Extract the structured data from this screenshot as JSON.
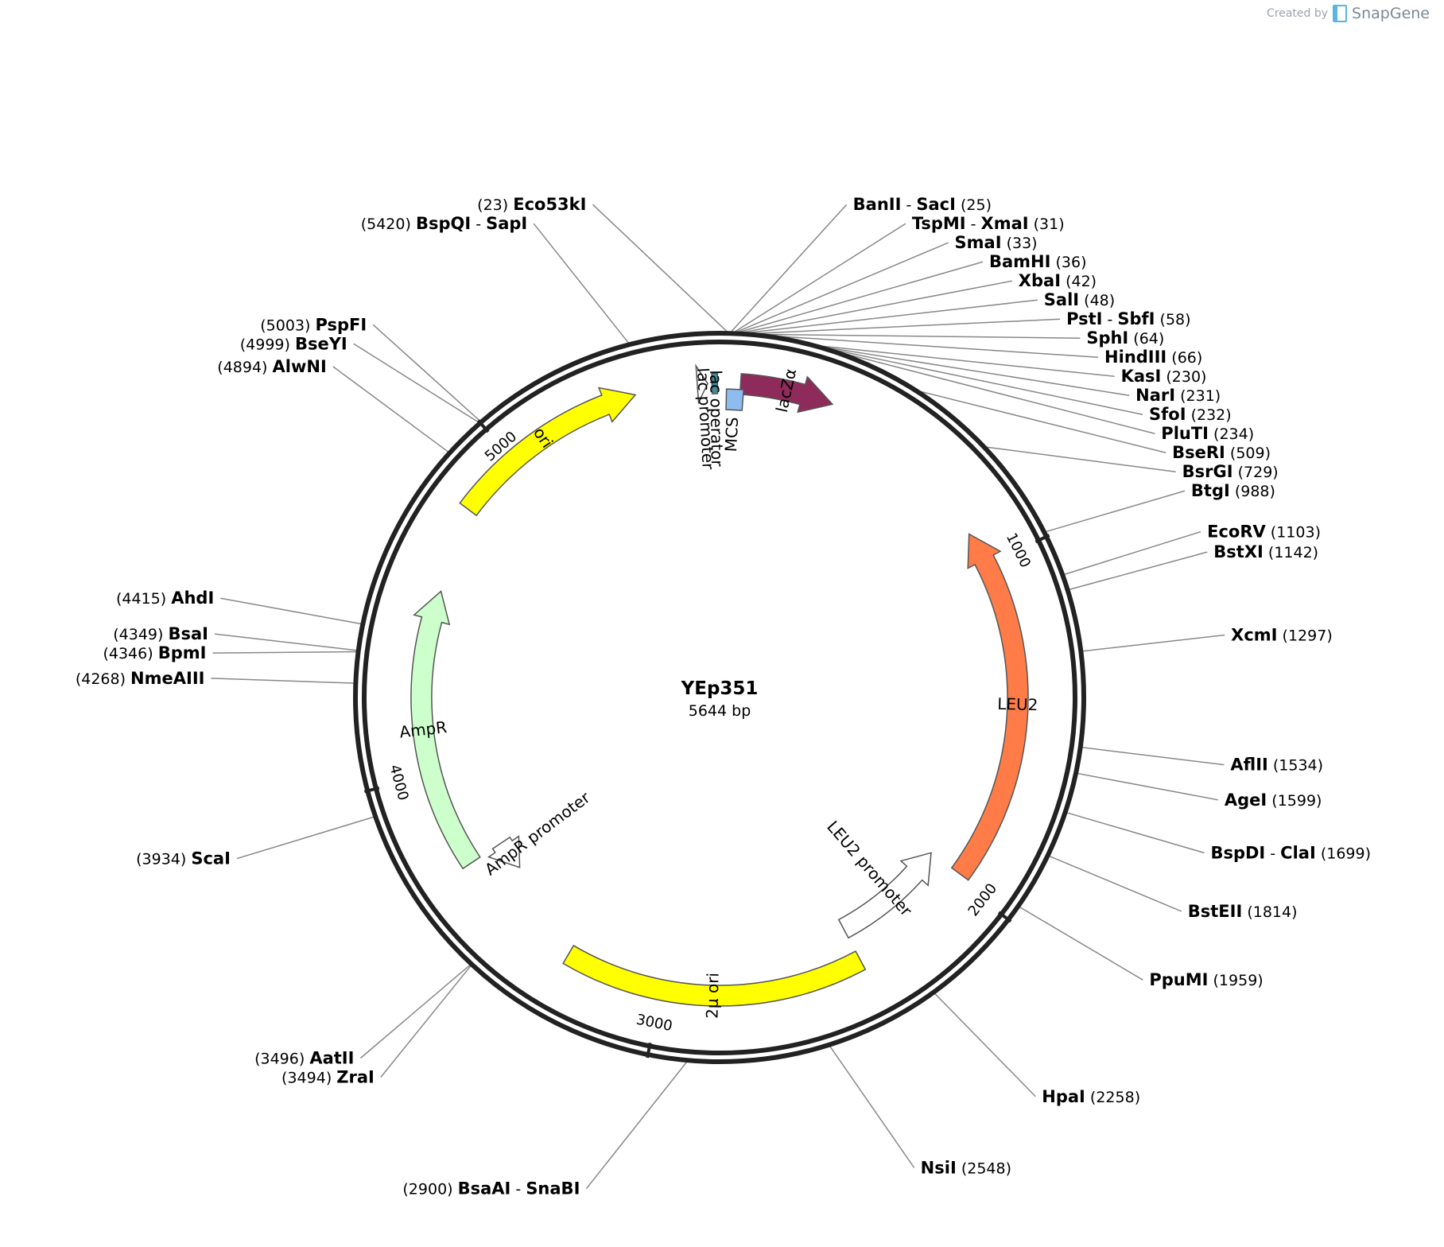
{
  "credit": {
    "prefix": "Created by",
    "brand": "SnapGene",
    "icon": "snapgene-logo-icon"
  },
  "plasmid": {
    "name": "YEp351",
    "size_label": "5644 bp",
    "length": 5644
  },
  "tick_marks": [
    {
      "pos": 1000,
      "label": "1000"
    },
    {
      "pos": 2000,
      "label": "2000"
    },
    {
      "pos": 3000,
      "label": "3000"
    },
    {
      "pos": 4000,
      "label": "4000"
    },
    {
      "pos": 5000,
      "label": "5000"
    }
  ],
  "features": [
    {
      "name": "lacZα",
      "start": 60,
      "end": 330,
      "direction": "cw",
      "track": "inner1",
      "color": "#8e2b5a",
      "label_inside": true
    },
    {
      "name": "LEU2",
      "start": 890,
      "end": 1980,
      "direction": "ccw",
      "track": "inner2",
      "color": "#ff7c48",
      "label_inside": true
    },
    {
      "name": "LEU2 promoter",
      "start": 1980,
      "end": 2380,
      "direction": "ccw",
      "track": "inner3",
      "color": "#ffffff",
      "label_inside": false
    },
    {
      "name": "2μ ori",
      "start": 2380,
      "end": 3300,
      "direction": "none",
      "track": "inner2",
      "color": "#ffff00",
      "label_inside": true
    },
    {
      "name": "AmpR promoter",
      "start": 3600,
      "end": 3705,
      "direction": "ccw",
      "track": "inner3",
      "color": "#ffffff",
      "label_inside": false
    },
    {
      "name": "AmpR",
      "start": 3705,
      "end": 4560,
      "direction": "cw",
      "track": "inner2",
      "color": "#ccffcc",
      "label_inside": true
    },
    {
      "name": "ori",
      "start": 4810,
      "end": 5400,
      "direction": "cw",
      "track": "inner1",
      "color": "#ffff00",
      "label_inside": true
    },
    {
      "name": "lac promoter",
      "start": 5580,
      "end": 5610,
      "direction": "cw",
      "track": "inner1",
      "color": "#ffffff",
      "label_inside": false
    },
    {
      "name": "lac operator",
      "start": 5622,
      "end": 5638,
      "direction": "none",
      "track": "inner1",
      "color": "#3b8ea0",
      "label_inside": false
    },
    {
      "name": "MCS",
      "start": 20,
      "end": 70,
      "direction": "none",
      "track": "inner2",
      "color": "#8fbcf0",
      "label_inside": false
    }
  ],
  "sites": [
    {
      "names": [
        "Eco53kI"
      ],
      "pos": 23,
      "pos_label": "(23)",
      "side": "left"
    },
    {
      "names": [
        "BanII",
        "SacI"
      ],
      "pos": 25,
      "pos_label": "(25)",
      "side": "right"
    },
    {
      "names": [
        "TspMI",
        "XmaI"
      ],
      "pos": 31,
      "pos_label": "(31)",
      "side": "right"
    },
    {
      "names": [
        "SmaI"
      ],
      "pos": 33,
      "pos_label": "(33)",
      "side": "right"
    },
    {
      "names": [
        "BamHI"
      ],
      "pos": 36,
      "pos_label": "(36)",
      "side": "right"
    },
    {
      "names": [
        "XbaI"
      ],
      "pos": 42,
      "pos_label": "(42)",
      "side": "right"
    },
    {
      "names": [
        "SalI"
      ],
      "pos": 48,
      "pos_label": "(48)",
      "side": "right"
    },
    {
      "names": [
        "PstI",
        "SbfI"
      ],
      "pos": 58,
      "pos_label": "(58)",
      "side": "right"
    },
    {
      "names": [
        "SphI"
      ],
      "pos": 64,
      "pos_label": "(64)",
      "side": "right"
    },
    {
      "names": [
        "HindIII"
      ],
      "pos": 66,
      "pos_label": "(66)",
      "side": "right"
    },
    {
      "names": [
        "KasI"
      ],
      "pos": 230,
      "pos_label": "(230)",
      "side": "right"
    },
    {
      "names": [
        "NarI"
      ],
      "pos": 231,
      "pos_label": "(231)",
      "side": "right"
    },
    {
      "names": [
        "SfoI"
      ],
      "pos": 232,
      "pos_label": "(232)",
      "side": "right"
    },
    {
      "names": [
        "PluTI"
      ],
      "pos": 234,
      "pos_label": "(234)",
      "side": "right"
    },
    {
      "names": [
        "BseRI"
      ],
      "pos": 509,
      "pos_label": "(509)",
      "side": "right"
    },
    {
      "names": [
        "BsrGI"
      ],
      "pos": 729,
      "pos_label": "(729)",
      "side": "right"
    },
    {
      "names": [
        "BtgI"
      ],
      "pos": 988,
      "pos_label": "(988)",
      "side": "right"
    },
    {
      "names": [
        "EcoRV"
      ],
      "pos": 1103,
      "pos_label": "(1103)",
      "side": "right"
    },
    {
      "names": [
        "BstXI"
      ],
      "pos": 1142,
      "pos_label": "(1142)",
      "side": "right"
    },
    {
      "names": [
        "XcmI"
      ],
      "pos": 1297,
      "pos_label": "(1297)",
      "side": "right"
    },
    {
      "names": [
        "AflII"
      ],
      "pos": 1534,
      "pos_label": "(1534)",
      "side": "right"
    },
    {
      "names": [
        "AgeI"
      ],
      "pos": 1599,
      "pos_label": "(1599)",
      "side": "right"
    },
    {
      "names": [
        "BspDI",
        "ClaI"
      ],
      "pos": 1699,
      "pos_label": "(1699)",
      "side": "right"
    },
    {
      "names": [
        "BstEII"
      ],
      "pos": 1814,
      "pos_label": "(1814)",
      "side": "right"
    },
    {
      "names": [
        "PpuMI"
      ],
      "pos": 1959,
      "pos_label": "(1959)",
      "side": "right"
    },
    {
      "names": [
        "HpaI"
      ],
      "pos": 2258,
      "pos_label": "(2258)",
      "side": "right"
    },
    {
      "names": [
        "NsiI"
      ],
      "pos": 2548,
      "pos_label": "(2548)",
      "side": "right"
    },
    {
      "names": [
        "BsaAI",
        "SnaBI"
      ],
      "pos": 2900,
      "pos_label": "(2900)",
      "side": "left"
    },
    {
      "names": [
        "AatII"
      ],
      "pos": 3496,
      "pos_label": "(3496)",
      "side": "left"
    },
    {
      "names": [
        "ZraI"
      ],
      "pos": 3494,
      "pos_label": "(3494)",
      "side": "left"
    },
    {
      "names": [
        "ScaI"
      ],
      "pos": 3934,
      "pos_label": "(3934)",
      "side": "left"
    },
    {
      "names": [
        "NmeAIII"
      ],
      "pos": 4268,
      "pos_label": "(4268)",
      "side": "left"
    },
    {
      "names": [
        "BpmI"
      ],
      "pos": 4346,
      "pos_label": "(4346)",
      "side": "left"
    },
    {
      "names": [
        "BsaI"
      ],
      "pos": 4349,
      "pos_label": "(4349)",
      "side": "left"
    },
    {
      "names": [
        "AhdI"
      ],
      "pos": 4415,
      "pos_label": "(4415)",
      "side": "left"
    },
    {
      "names": [
        "AlwNI"
      ],
      "pos": 4894,
      "pos_label": "(4894)",
      "side": "left"
    },
    {
      "names": [
        "BseYI"
      ],
      "pos": 4999,
      "pos_label": "(4999)",
      "side": "left"
    },
    {
      "names": [
        "PspFI"
      ],
      "pos": 5003,
      "pos_label": "(5003)",
      "side": "left"
    },
    {
      "names": [
        "BspQI",
        "SapI"
      ],
      "pos": 5420,
      "pos_label": "(5420)",
      "side": "left"
    }
  ]
}
